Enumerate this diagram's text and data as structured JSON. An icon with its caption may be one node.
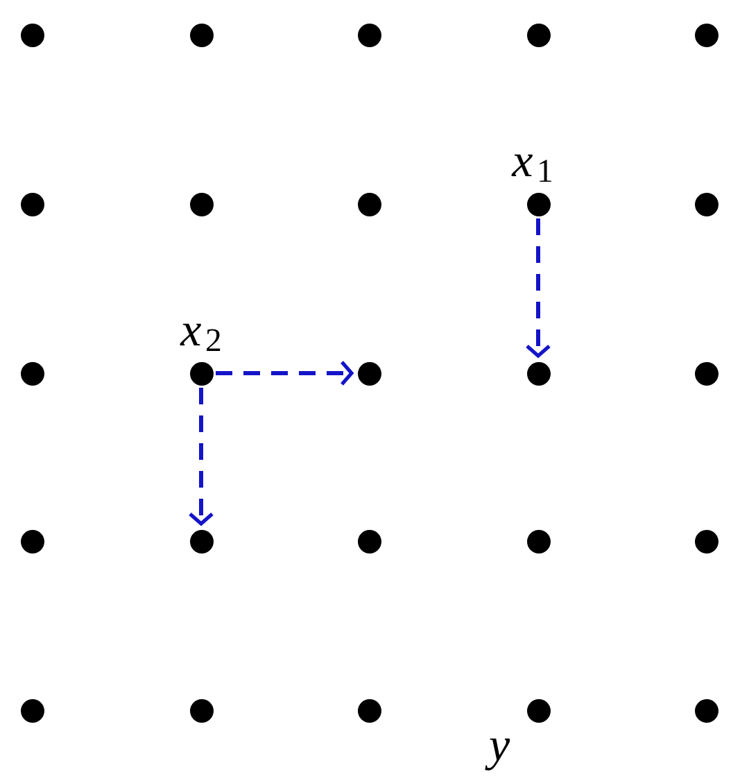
{
  "diagram": {
    "nodes": [
      {
        "text": [],
        "shape": "circle"
      },
      {
        "text": [],
        "shape": "circle"
      },
      {
        "text": [],
        "shape": "circle"
      },
      {
        "text": [],
        "shape": "circle"
      },
      {
        "text": [],
        "shape": "circle"
      },
      {
        "text": [],
        "shape": "circle"
      },
      {
        "text": [],
        "shape": "circle"
      },
      {
        "text": [],
        "shape": "circle"
      },
      {
        "text": [],
        "shape": "circle",
        "beside": [
          "x$_{1}$"
        ]
      },
      {
        "text": [],
        "shape": "circle"
      },
      {
        "text": [],
        "shape": "circle"
      },
      {
        "text": [],
        "shape": "circle",
        "beside": [
          "x$_{2}$"
        ]
      },
      {
        "text": [],
        "shape": "circle"
      },
      {
        "text": [],
        "shape": "circle"
      },
      {
        "text": [],
        "shape": "circle"
      },
      {
        "text": [],
        "shape": "circle"
      },
      {
        "text": [],
        "shape": "circle"
      },
      {
        "text": [],
        "shape": "circle"
      },
      {
        "text": [],
        "shape": "circle"
      },
      {
        "text": [],
        "shape": "circle"
      },
      {
        "text": [],
        "shape": "circle"
      },
      {
        "text": [],
        "shape": "circle"
      },
      {
        "text": [],
        "shape": "circle"
      },
      {
        "text": [],
        "shape": "circle",
        "beside": [
          "y"
        ]
      },
      {
        "text": [],
        "shape": "circle"
      }
    ],
    "edges": [
      {
        "from": 8,
        "to": 13,
        "arrow": "to",
        "style": "dashed",
        "color": "#1414c8"
      },
      {
        "from": 11,
        "to": 12,
        "arrow": "to",
        "style": "dashed",
        "color": "#1414c8"
      },
      {
        "from": 11,
        "to": 16,
        "arrow": "to",
        "style": "dashed",
        "color": "#1414c8"
      }
    ]
  }
}
